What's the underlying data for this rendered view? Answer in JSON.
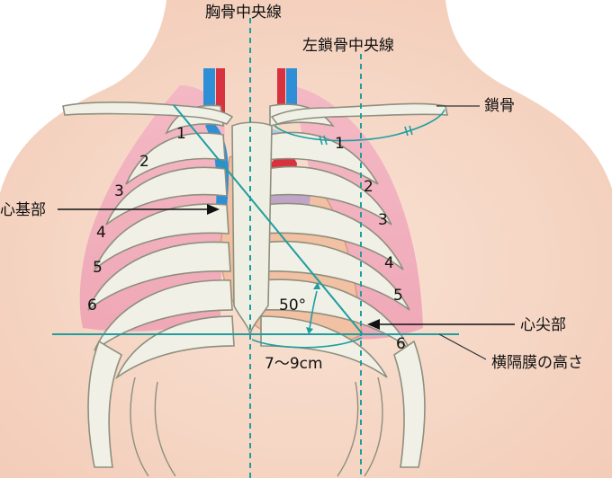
{
  "labels": {
    "midsternal": "胸骨中央線",
    "left_midclavicular": "左鎖骨中央線",
    "clavicle": "鎖骨",
    "heart_base": "心基部",
    "apex": "心尖部",
    "diaphragm_level": "横隔膜の高さ",
    "angle": "50°",
    "distance": "7～9cm"
  },
  "ribs_right_side": [
    "1",
    "2",
    "3",
    "4",
    "5",
    "6"
  ],
  "ribs_left_side": [
    "1",
    "2",
    "3",
    "4",
    "5",
    "6"
  ],
  "colors": {
    "skin": "#f6d9c9",
    "bone": "#f1f0e6",
    "bone_stroke": "#8e8f7e",
    "lung": "#f1b9c8",
    "heart": "#f2c2a4",
    "vessel_blue": "#2f8fd6",
    "vessel_red": "#d9323f",
    "guide_teal": "#1f9ea0"
  }
}
